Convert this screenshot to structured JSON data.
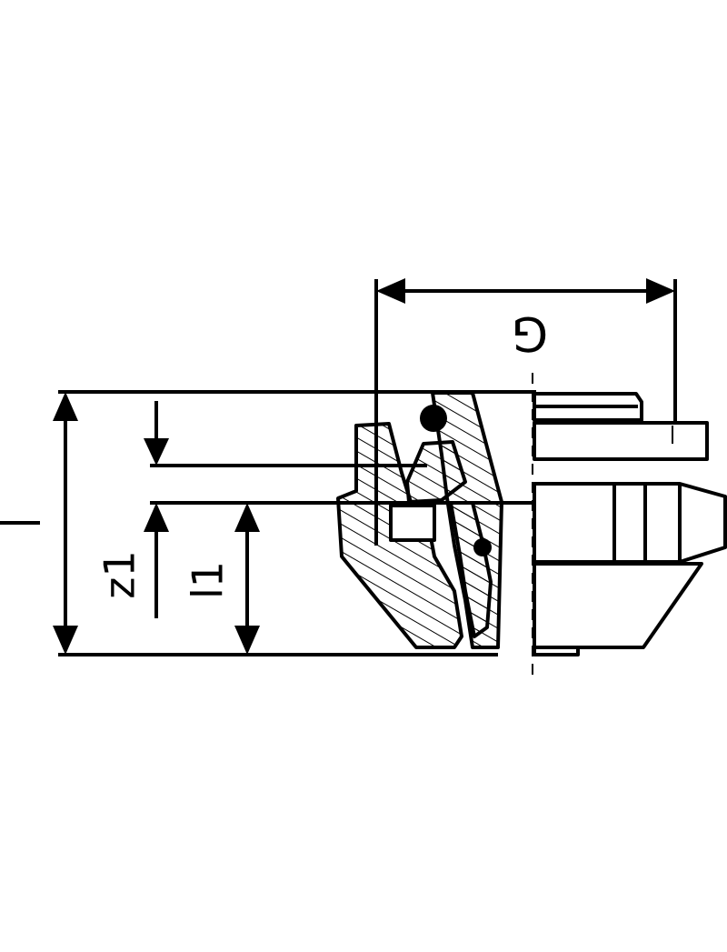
{
  "drawing": {
    "labels": {
      "thread_dimension": "G",
      "length_z1": "z1",
      "length_l1": "l1"
    },
    "colors": {
      "ink": "#000000",
      "background": "#ffffff"
    }
  }
}
